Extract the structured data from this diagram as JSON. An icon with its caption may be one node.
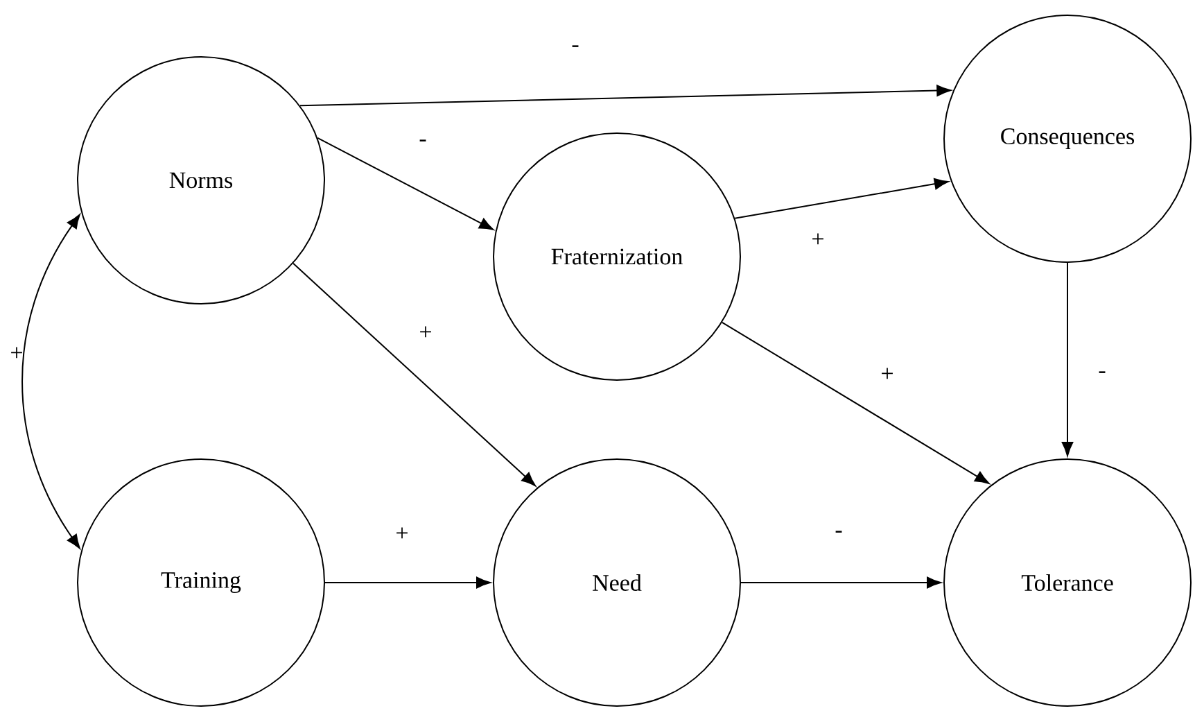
{
  "diagram": {
    "nodes": [
      {
        "text": [
          "Norms"
        ]
      },
      {
        "text": [
          "Fraternization"
        ]
      },
      {
        "text": [
          "Consequences"
        ]
      },
      {
        "text": [
          "Training"
        ]
      },
      {
        "text": [
          "Need"
        ]
      },
      {
        "text": [
          "Tolerance"
        ]
      }
    ],
    "edges": [
      {
        "from": 0,
        "to": 2,
        "arrow": "to",
        "label": "-"
      },
      {
        "from": 0,
        "to": 1,
        "arrow": "to",
        "label": "-"
      },
      {
        "from": 0,
        "to": 4,
        "arrow": "to",
        "label": "+"
      },
      {
        "from": 0,
        "to": 3,
        "arrow": "both",
        "label": "+"
      },
      {
        "from": 1,
        "to": 2,
        "arrow": "to",
        "label": "+"
      },
      {
        "from": 1,
        "to": 5,
        "arrow": "to",
        "label": "+"
      },
      {
        "from": 2,
        "to": 5,
        "arrow": "to",
        "label": "-"
      },
      {
        "from": 3,
        "to": 4,
        "arrow": "to",
        "label": "+"
      },
      {
        "from": 4,
        "to": 5,
        "arrow": "to",
        "label": "-"
      }
    ]
  }
}
